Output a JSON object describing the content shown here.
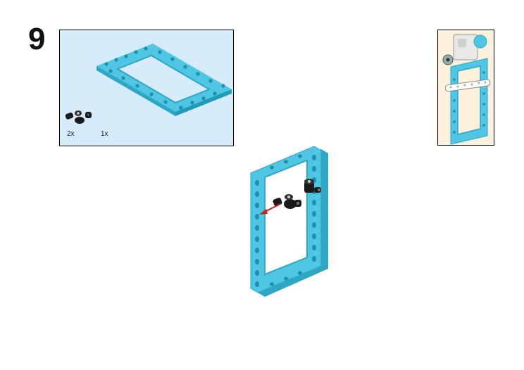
{
  "step": {
    "number": "9"
  },
  "parts_list": {
    "items": [
      {
        "quantity": "2x",
        "icon": "connector-peg-icon",
        "color": "#1a1a1a"
      },
      {
        "quantity": "1x",
        "icon": "beam-frame-icon",
        "color": "#4fc6e3"
      }
    ]
  },
  "colors": {
    "parts_background": "#d6ecfb",
    "preview_background": "#fbf1dc",
    "frame": "#4fc6e3",
    "frame_dark": "#2ea6c4",
    "connector": "#1a1a1a",
    "arrow": "#d21f1f"
  }
}
